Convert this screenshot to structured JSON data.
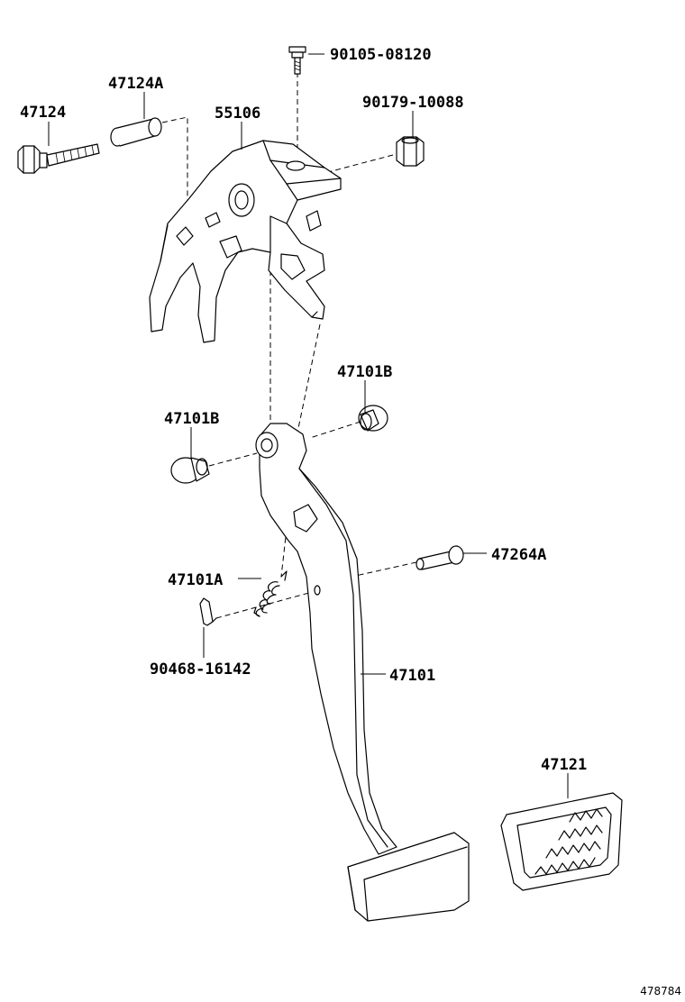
{
  "diagram": {
    "part_labels": {
      "p90105_08120": "90105-08120",
      "p47124A": "47124A",
      "p47124": "47124",
      "p55106": "55106",
      "p90179_10088": "90179-10088",
      "p47101B_right": "47101B",
      "p47101B_left": "47101B",
      "p47264A": "47264A",
      "p47101A": "47101A",
      "p90468_16142": "90468-16142",
      "p47101": "47101",
      "p47121": "47121"
    },
    "figure_number": "478784"
  }
}
